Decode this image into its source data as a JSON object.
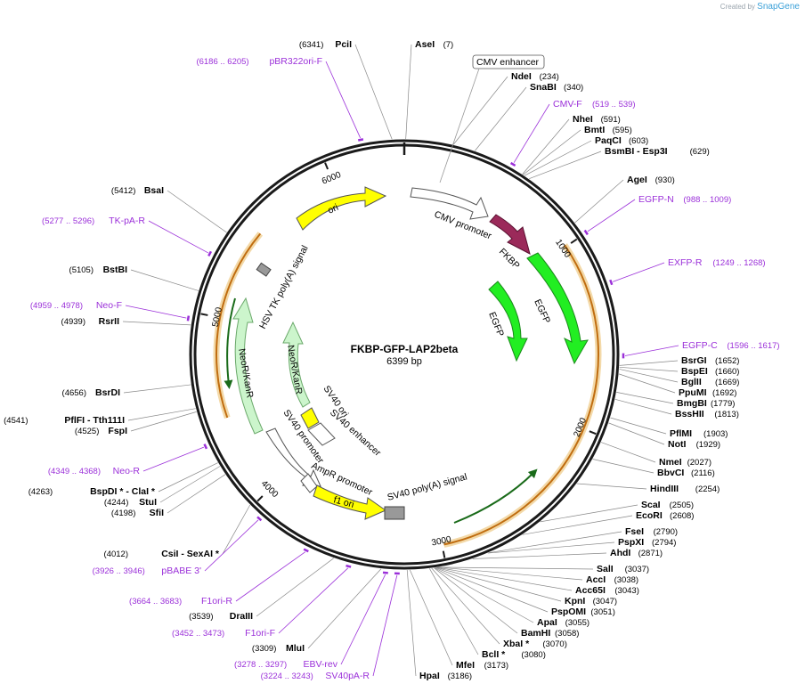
{
  "brand": {
    "created_by": "Created by",
    "app": "SnapGene"
  },
  "plasmid": {
    "name": "FKBP-GFP-LAP2beta",
    "length_label": "6399 bp",
    "length": 6399
  },
  "colors": {
    "backbone": "#1a1a1a",
    "primer": "#9b30d9",
    "ori": "#ffff00",
    "egfp": "#22ee22",
    "fkbp": "#9b2a5a",
    "neor": "#ccf5cc",
    "orf": "#e8a838"
  },
  "enzymes": [
    {
      "name": "PciI",
      "pos": "(6341)"
    },
    {
      "name": "AseI",
      "pos": "(7)"
    },
    {
      "name": "NdeI",
      "pos": "(234)"
    },
    {
      "name": "SnaBI",
      "pos": "(340)"
    },
    {
      "name": "NheI",
      "pos": "(591)"
    },
    {
      "name": "BmtI",
      "pos": "(595)"
    },
    {
      "name": "PaqCI",
      "pos": "(603)"
    },
    {
      "name": "BsmBI  - Esp3I",
      "pos": "(629)"
    },
    {
      "name": "AgeI",
      "pos": "(930)"
    },
    {
      "name": "BsrGI",
      "pos": "(1652)"
    },
    {
      "name": "BspEI",
      "pos": "(1660)"
    },
    {
      "name": "BglII",
      "pos": "(1669)"
    },
    {
      "name": "PpuMI",
      "pos": "(1692)"
    },
    {
      "name": "BmgBI",
      "pos": "(1779)"
    },
    {
      "name": "BssHII",
      "pos": "(1813)"
    },
    {
      "name": "PflMI",
      "pos": "(1903)"
    },
    {
      "name": "NotI",
      "pos": "(1929)"
    },
    {
      "name": "NmeI",
      "pos": "(2027)"
    },
    {
      "name": "BbvCI",
      "pos": "(2116)"
    },
    {
      "name": "HindIII",
      "pos": "(2254)"
    },
    {
      "name": "ScaI",
      "pos": "(2505)"
    },
    {
      "name": "EcoRI",
      "pos": "(2608)"
    },
    {
      "name": "FseI",
      "pos": "(2790)"
    },
    {
      "name": "PspXI",
      "pos": "(2794)"
    },
    {
      "name": "AhdI",
      "pos": "(2871)"
    },
    {
      "name": "SalI",
      "pos": "(3037)"
    },
    {
      "name": "AccI",
      "pos": "(3038)"
    },
    {
      "name": "Acc65I",
      "pos": "(3043)"
    },
    {
      "name": "KpnI",
      "pos": "(3047)"
    },
    {
      "name": "PspOMI",
      "pos": "(3051)"
    },
    {
      "name": "ApaI",
      "pos": "(3055)"
    },
    {
      "name": "BamHI",
      "pos": "(3058)"
    },
    {
      "name": "XbaI *",
      "pos": "(3070)"
    },
    {
      "name": "BclI *",
      "pos": "(3080)"
    },
    {
      "name": "MfeI",
      "pos": "(3173)"
    },
    {
      "name": "HpaI",
      "pos": "(3186)"
    },
    {
      "name": "MluI",
      "pos": "(3309)"
    },
    {
      "name": "DraIII",
      "pos": "(3539)"
    },
    {
      "name": "CsiI  - SexAI *",
      "pos": "(4012)"
    },
    {
      "name": "SfiI",
      "pos": "(4198)"
    },
    {
      "name": "StuI",
      "pos": "(4244)"
    },
    {
      "name": "BspDI *  - ClaI *",
      "pos": "(4263)"
    },
    {
      "name": "FspI",
      "pos": "(4525)"
    },
    {
      "name": "PflFI  - Tth111I",
      "pos": "(4541)"
    },
    {
      "name": "BsrDI",
      "pos": "(4656)"
    },
    {
      "name": "RsrII",
      "pos": "(4939)"
    },
    {
      "name": "BstBI",
      "pos": "(5105)"
    },
    {
      "name": "BsaI",
      "pos": "(5412)"
    }
  ],
  "primers": [
    {
      "name": "pBR322ori-F",
      "pos": "(6186 .. 6205)"
    },
    {
      "name": "CMV-F",
      "pos": "(519 .. 539)"
    },
    {
      "name": "EGFP-N",
      "pos": "(988 .. 1009)"
    },
    {
      "name": "EXFP-R",
      "pos": "(1249 .. 1268)"
    },
    {
      "name": "EGFP-C",
      "pos": "(1596 .. 1617)"
    },
    {
      "name": "TK-pA-R",
      "pos": "(5277 .. 5296)"
    },
    {
      "name": "Neo-F",
      "pos": "(4959 .. 4978)"
    },
    {
      "name": "Neo-R",
      "pos": "(4349 .. 4368)"
    },
    {
      "name": "pBABE 3'",
      "pos": "(3926 .. 3946)"
    },
    {
      "name": "F1ori-R",
      "pos": "(3664 .. 3683)"
    },
    {
      "name": "F1ori-F",
      "pos": "(3452 .. 3473)"
    },
    {
      "name": "EBV-rev",
      "pos": "(3278 .. 3297)"
    },
    {
      "name": "SV40pA-R",
      "pos": "(3224 .. 3243)"
    }
  ],
  "features": {
    "cmv_enhancer": "CMV enhancer",
    "cmv_promoter": "CMV promoter",
    "fkbp": "FKBP",
    "egfp_outer": "EGFP",
    "egfp_inner": "EGFP",
    "ori": "ori",
    "hsv_tk": "HSV TK poly(A) signal",
    "neor_outer": "NeoR/KanR",
    "neor_inner": "NeoR/KanR",
    "sv40_ori": "SV40 ori",
    "sv40_enhancer": "SV40 enhancer",
    "sv40_promoter": "SV40 promoter",
    "ampr_promoter": "AmpR promoter",
    "f1_ori": "f1 ori",
    "sv40_polya": "SV40 poly(A) signal"
  },
  "ticks": [
    "1000",
    "2000",
    "3000",
    "4000",
    "5000",
    "6000"
  ]
}
